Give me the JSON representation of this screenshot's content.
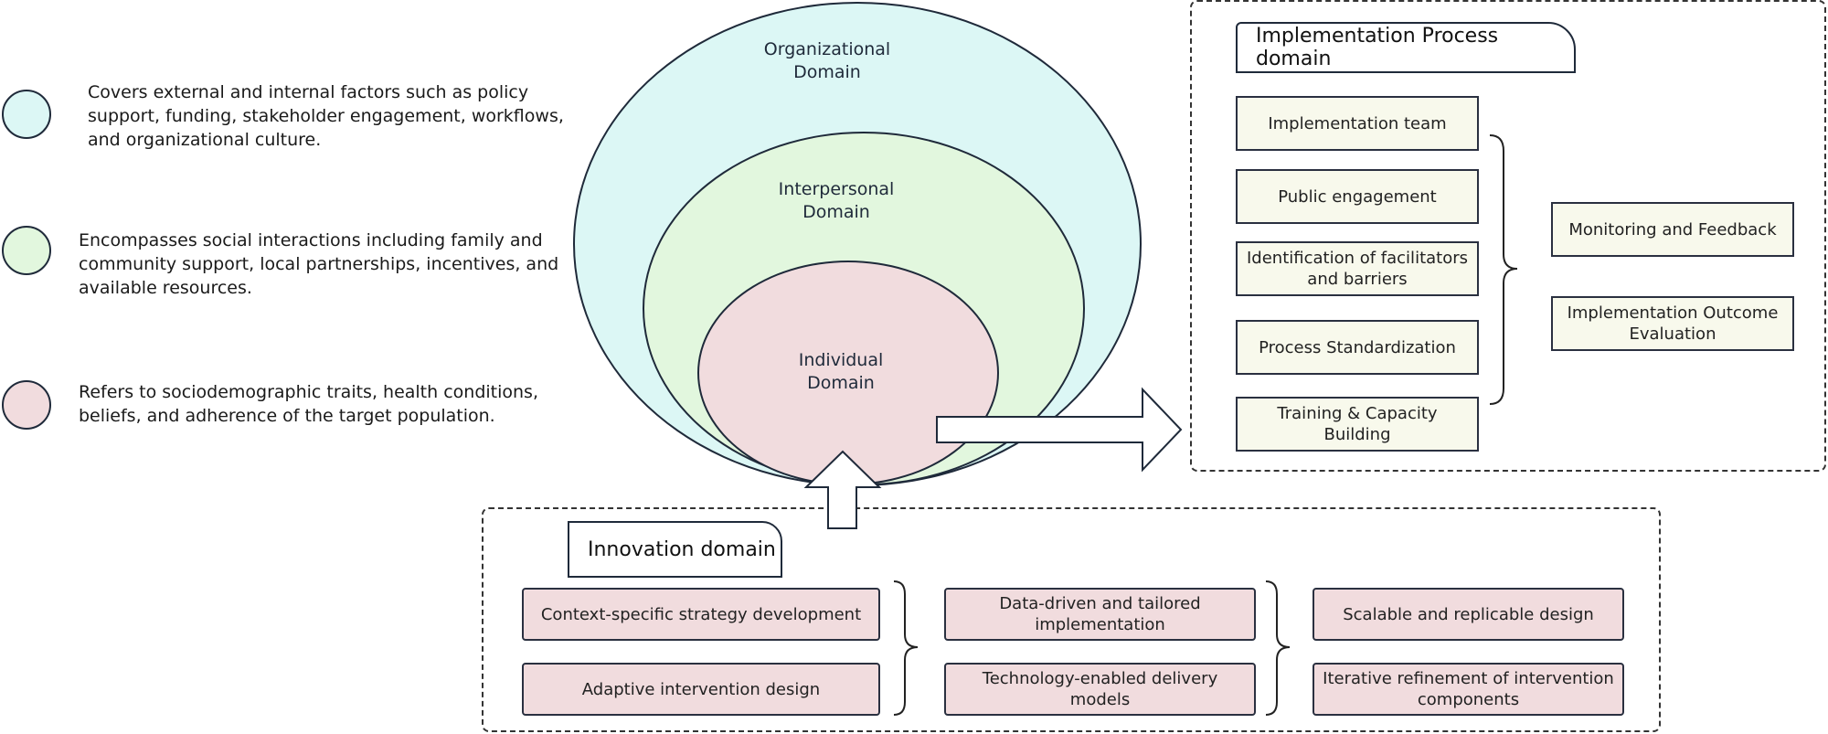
{
  "colors": {
    "organizational": "#dcf7f5",
    "interpersonal": "#e2f7de",
    "individual": "#f1dcde",
    "implementation_box": "#f8f9ec",
    "innovation_box": "#f1dcde"
  },
  "legend": [
    {
      "text": "Covers external and internal factors such as policy support, funding, stakeholder engagement, workflows, and organizational culture."
    },
    {
      "text": "Encompasses social interactions including family and community support, local partnerships, incentives, and available resources."
    },
    {
      "text": "Refers to sociodemographic traits, health conditions, beliefs, and adherence of the target population."
    }
  ],
  "domains": {
    "organizational": "Organizational Domain",
    "interpersonal": "Interpersonal Domain",
    "individual": "Individual Domain"
  },
  "implementation": {
    "title": "Implementation Process domain",
    "items": [
      "Implementation team",
      "Public engagement",
      "Identification of facilitators and barriers",
      "Process Standardization",
      "Training & Capacity Building"
    ],
    "outcomes": [
      "Monitoring and Feedback",
      "Implementation Outcome Evaluation"
    ]
  },
  "innovation": {
    "title": "Innovation domain",
    "col1": [
      "Context-specific strategy development",
      "Adaptive intervention design"
    ],
    "col2": [
      "Data-driven and tailored implementation",
      "Technology-enabled delivery models"
    ],
    "col3": [
      "Scalable and replicable design",
      "Iterative refinement of intervention components"
    ]
  }
}
